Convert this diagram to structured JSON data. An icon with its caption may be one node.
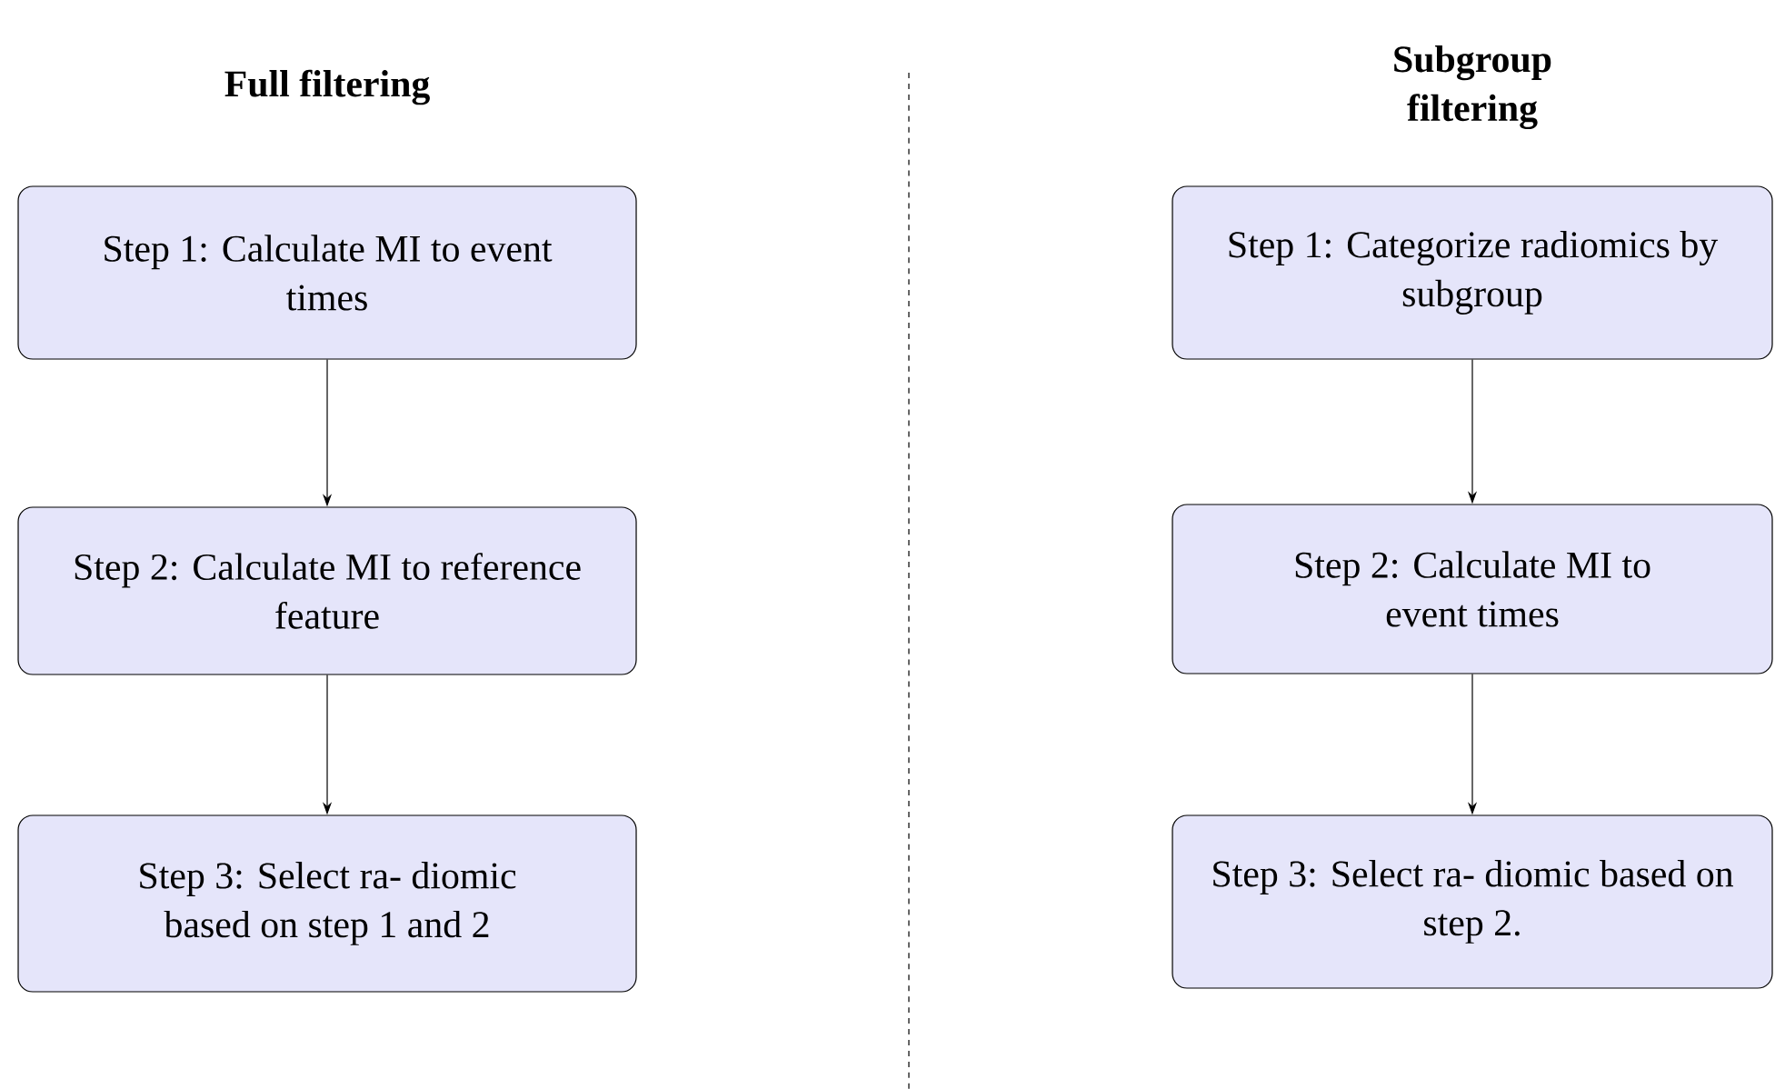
{
  "diagram": {
    "nodes": [
      {
        "text": [
          "Step 1: Calculate MI to event times"
        ]
      },
      {
        "text": [
          "Step 2: Calculate MI to reference feature"
        ]
      },
      {
        "text": [
          "Step 3: Select ra- diomic based on step 1 and 2"
        ]
      },
      {
        "text": [
          "Step 1: Categorize radiomics by subgroup"
        ]
      },
      {
        "text": [
          "Step 2: Calculate MI to event times"
        ]
      },
      {
        "text": [
          "Step 3: Select ra- diomic based on step 2."
        ]
      }
    ],
    "edges": [
      {
        "from": 0,
        "to": 1,
        "arrow": "to"
      },
      {
        "from": 1,
        "to": 2,
        "arrow": "to"
      },
      {
        "from": 3,
        "to": 4,
        "arrow": "to"
      },
      {
        "from": 4,
        "to": 5,
        "arrow": "to"
      }
    ],
    "labels": [
      "Full filtering",
      "Subgroup filtering"
    ]
  }
}
